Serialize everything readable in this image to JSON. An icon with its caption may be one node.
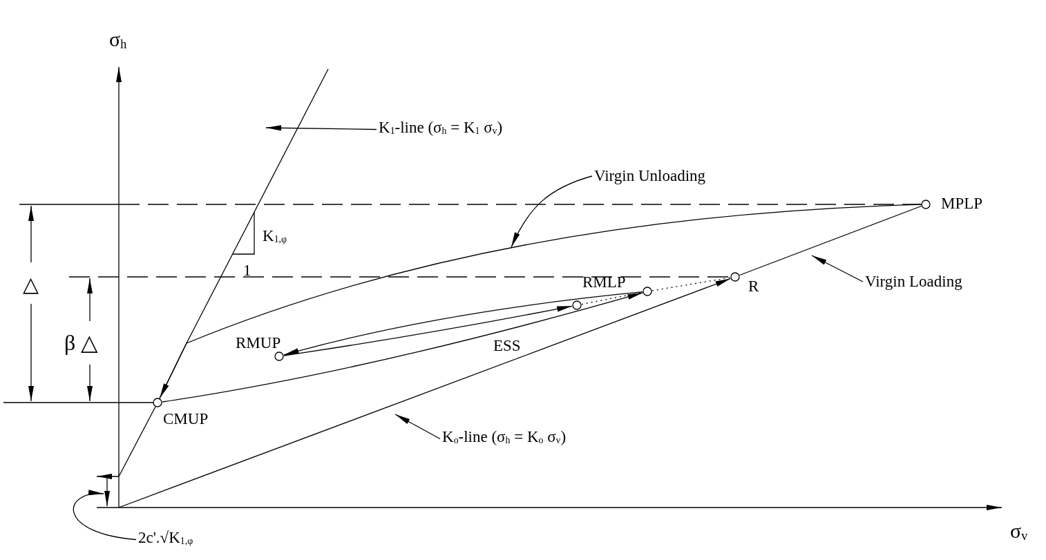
{
  "diagram": {
    "nodes": [
      {
        "text": [
          "K$_{1}$-line (σ$_{h}$ = K$_{1}$ σ$_{v}$)"
        ]
      },
      {
        "text": [
          "Virgin Unloading"
        ]
      },
      {
        "text": [
          "MPLP"
        ]
      },
      {
        "text": [
          "RMLP"
        ]
      },
      {
        "text": [],
        "shape": "circle"
      },
      {
        "text": [
          "R"
        ]
      },
      {
        "text": [
          "Virgin Loading"
        ]
      },
      {
        "text": [
          "RMUP"
        ]
      },
      {
        "text": [
          "CMUP"
        ]
      },
      {
        "text": [
          "K$_{o}$-line (σ$_{h}$ = K$_{o}$ σ$_{v}$)"
        ]
      },
      {
        "text": [
          "2c'.√K$_{1,φ}$"
        ]
      }
    ],
    "edges": [
      {
        "from": 0,
        "to": null,
        "arrow": "to"
      },
      {
        "from": 1,
        "to": null,
        "arrow": "to"
      },
      {
        "from": 6,
        "to": null,
        "arrow": "to"
      },
      {
        "from": 9,
        "to": null,
        "arrow": "to"
      },
      {
        "from": 10,
        "to": null,
        "arrow": "to"
      },
      {
        "from": null,
        "to": 5,
        "arrow": "to"
      },
      {
        "from": 5,
        "to": 2,
        "arrow": "none"
      },
      {
        "from": 2,
        "to": 8,
        "arrow": "to"
      },
      {
        "from": 8,
        "to": 3,
        "arrow": "to",
        "label": "ESS"
      },
      {
        "from": 3,
        "to": 7,
        "arrow": "to"
      },
      {
        "from": 7,
        "to": 4,
        "arrow": "to"
      },
      {
        "from": 4,
        "to": 3,
        "arrow": "none",
        "style": "dashed"
      },
      {
        "from": 3,
        "to": 5,
        "arrow": "none",
        "style": "dashed"
      }
    ],
    "labels": [
      "σ$_{h}$",
      "K$_{1,φ}$",
      "1",
      "△",
      "β △",
      "σ$_{v}$"
    ]
  }
}
